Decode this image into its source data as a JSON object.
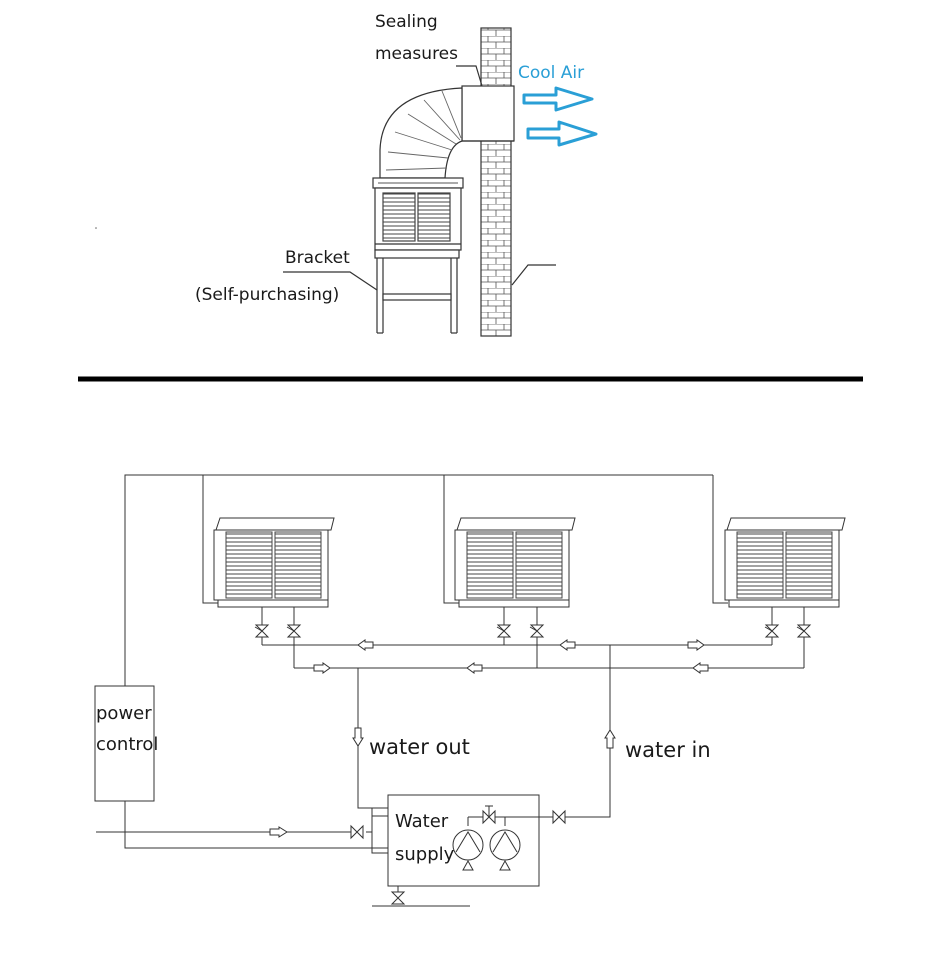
{
  "top_diagram": {
    "sealing_line1": "Sealing",
    "sealing_line2": "measures",
    "cool_air": "Cool Air",
    "bracket_line1": "Bracket",
    "bracket_line2": "(Self-purchasing)"
  },
  "bottom_diagram": {
    "power_line1": "power",
    "power_line2": "control",
    "water_out": "water out",
    "water_in": "water in",
    "supply_line1": "Water",
    "supply_line2": "supply"
  },
  "colors": {
    "line": "#333333",
    "cool_air": "#2a9fd6",
    "divider": "#000000"
  }
}
